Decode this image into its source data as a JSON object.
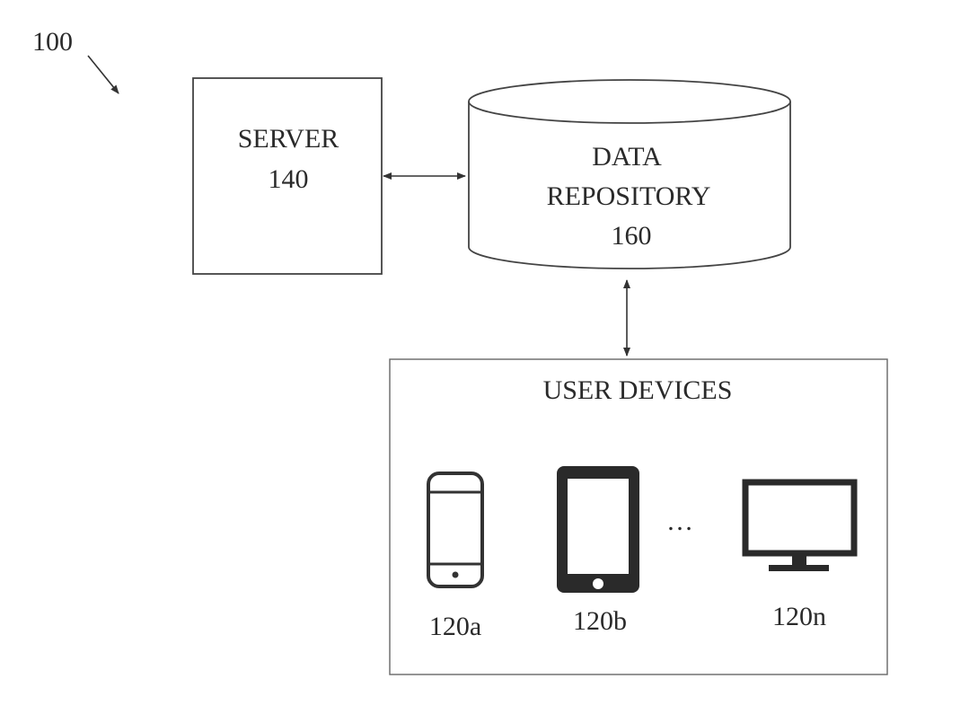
{
  "figure": {
    "ref": "100",
    "server": {
      "name": "SERVER",
      "number": "140"
    },
    "repository": {
      "line1": "DATA",
      "line2": "REPOSITORY",
      "number": "160"
    },
    "user_devices": {
      "title": "USER DEVICES",
      "ellipsis": "…",
      "devices": [
        {
          "label": "120a",
          "icon": "smartphone-icon"
        },
        {
          "label": "120b",
          "icon": "tablet-icon"
        },
        {
          "label": "120n",
          "icon": "monitor-icon"
        }
      ]
    }
  }
}
